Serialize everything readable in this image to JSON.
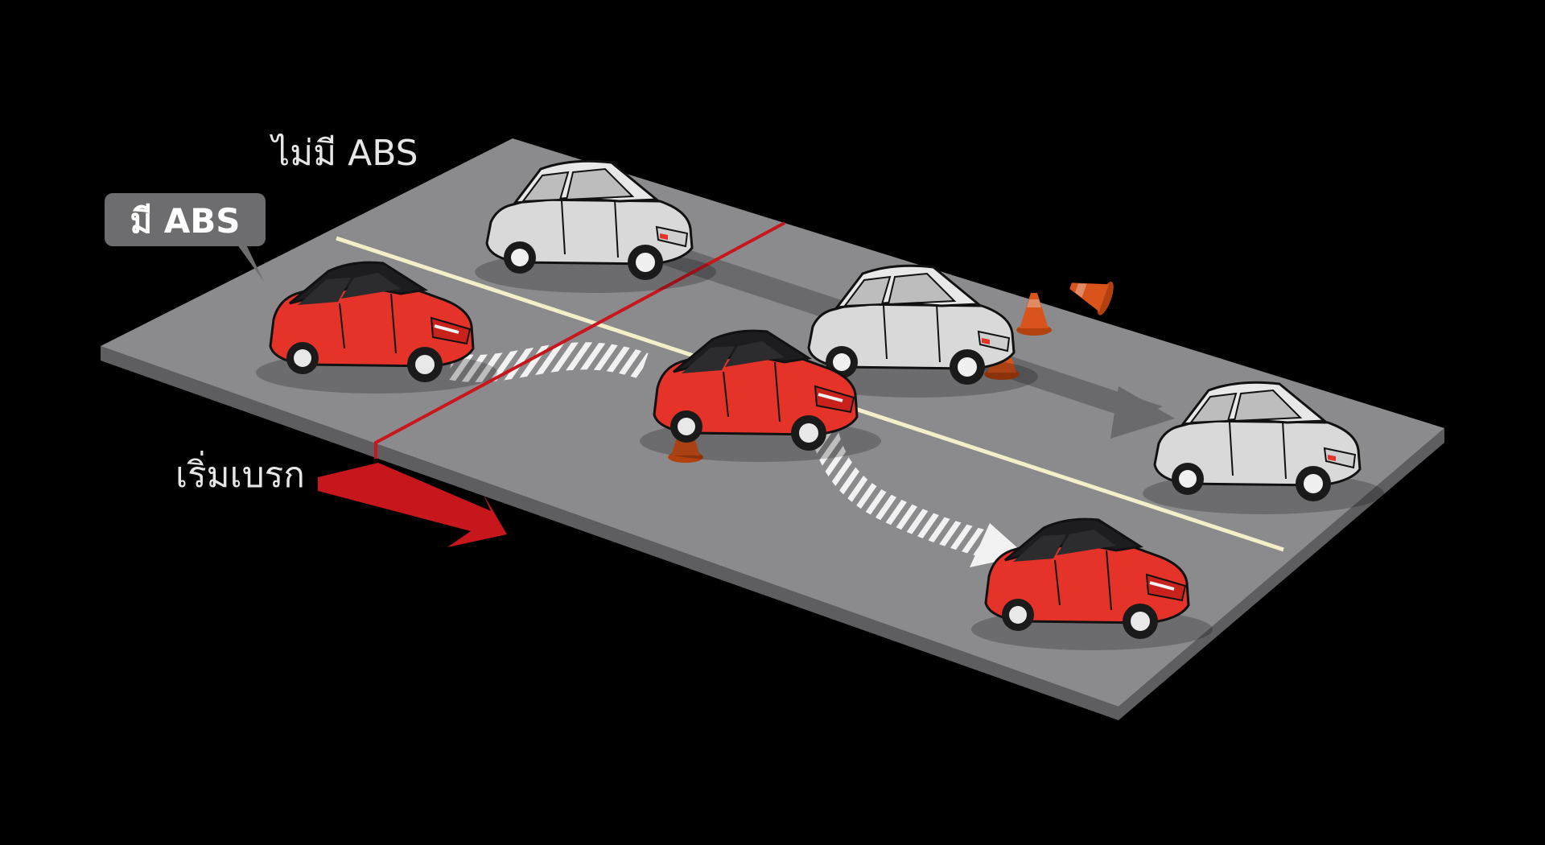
{
  "labels": {
    "without_abs": "ไม่มี ABS",
    "with_abs": "มี ABS",
    "start_braking": "เริ่มเบรก"
  },
  "colors": {
    "background": "#000000",
    "road_top": "#8b8b8d",
    "road_side": "#5e5e60",
    "lane_line": "#f3efc8",
    "abs_car": "#e5332a",
    "non_abs_car": "#d9d9d9",
    "brake_marker": "#c8161d",
    "cone": "#d9541c",
    "callout": "#6d6d6f"
  },
  "icons": {
    "cars": "hatchback-car-icon",
    "cones": "traffic-cone-icon",
    "arrows": "arrow-icon"
  }
}
